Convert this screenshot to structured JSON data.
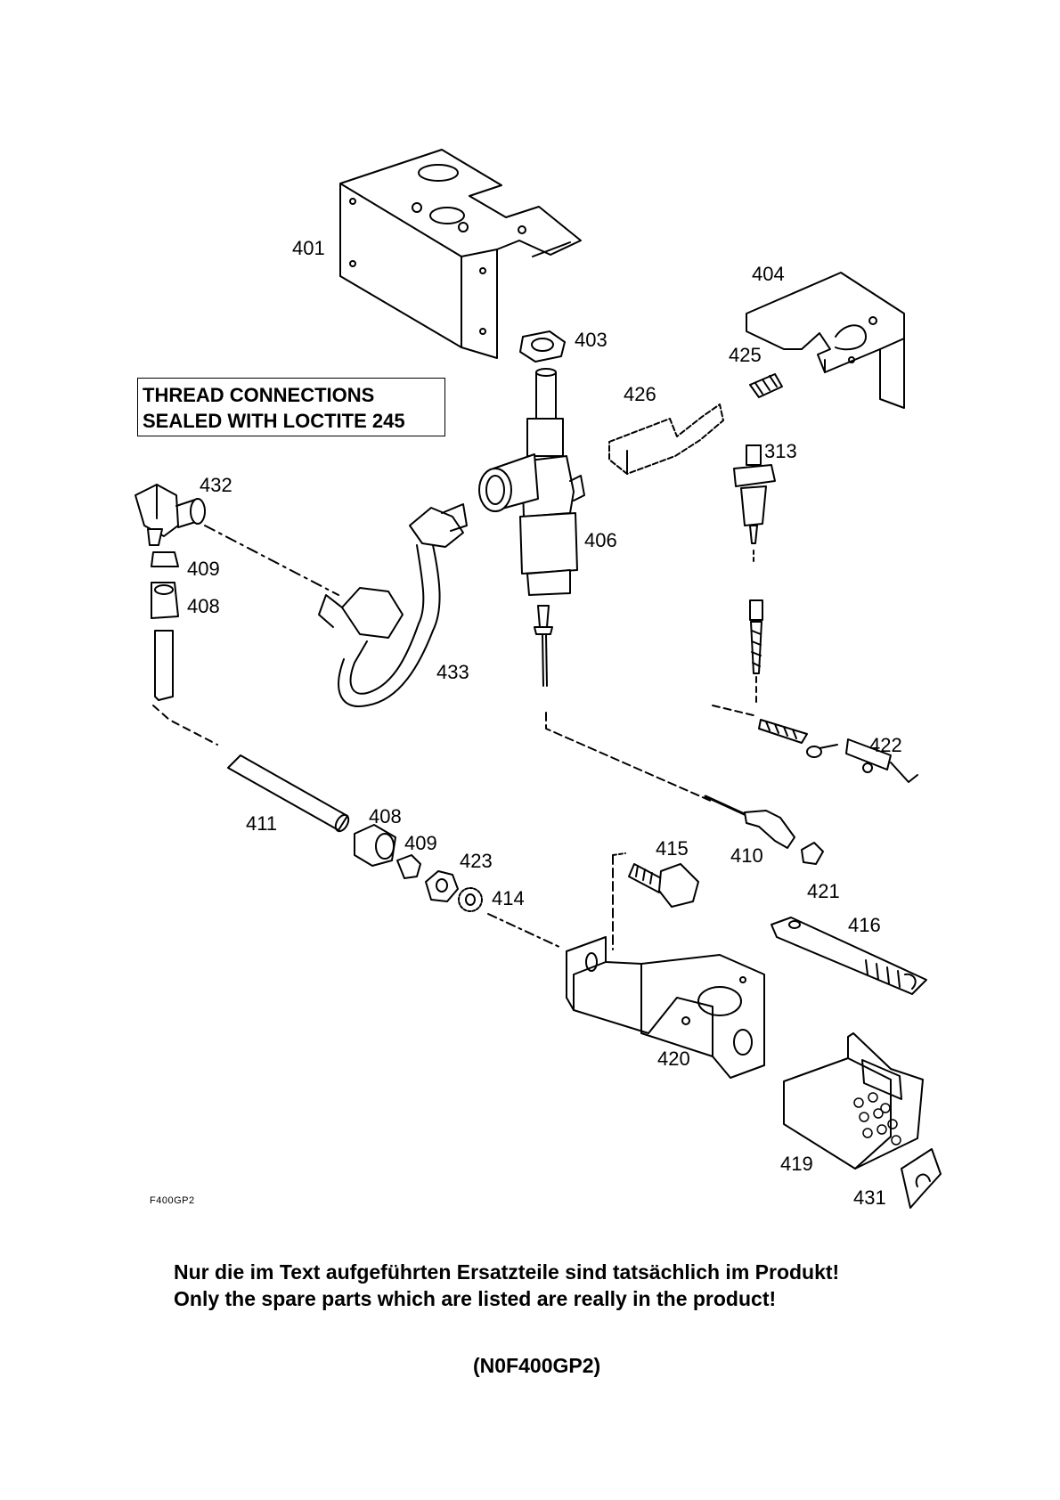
{
  "note": {
    "line1": "THREAD CONNECTIONS",
    "line2": "SEALED WITH LOCTITE 245"
  },
  "parts": {
    "p401": "401",
    "p403": "403",
    "p404": "404",
    "p425": "425",
    "p426": "426",
    "p313": "313",
    "p432": "432",
    "p406": "406",
    "p409a": "409",
    "p408a": "408",
    "p433": "433",
    "p422": "422",
    "p411": "411",
    "p408b": "408",
    "p409b": "409",
    "p423": "423",
    "p414": "414",
    "p415": "415",
    "p410": "410",
    "p421": "421",
    "p416": "416",
    "p420": "420",
    "p419": "419",
    "p431": "431"
  },
  "figure_code": "F400GP2",
  "disclaimer": {
    "de": "Nur die im Text aufgeführten Ersatzteile sind tatsächlich im Produkt!",
    "en": "Only the spare parts which are listed are really in the product!"
  },
  "diagram_code": "(N0F400GP2)"
}
